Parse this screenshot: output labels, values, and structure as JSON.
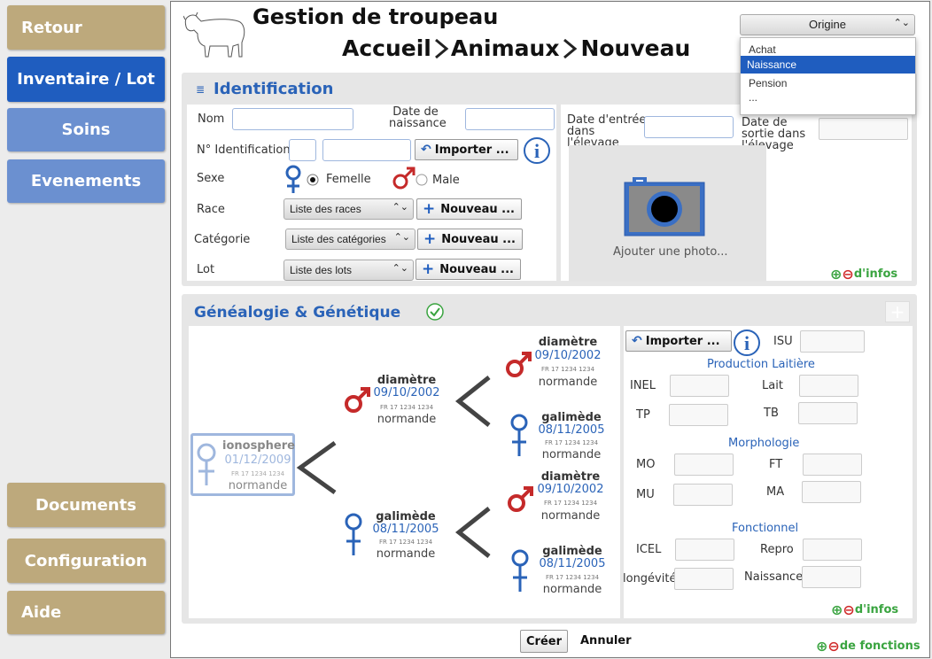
{
  "nav": {
    "retour": "Retour",
    "inventaire": "Inventaire / Lot",
    "soins": "Soins",
    "evenements": "Evenements",
    "documents": "Documents",
    "configuration": "Configuration",
    "aide": "Aide"
  },
  "header": {
    "title": "Gestion de troupeau",
    "crumb1": "Accueil",
    "crumb2": "Animaux",
    "crumb3": "Nouveau"
  },
  "origine": {
    "selected": "Origine",
    "options": [
      "Achat",
      "Naissance",
      "Pension",
      "..."
    ],
    "highlighted": "Naissance"
  },
  "identification": {
    "title": "Identification",
    "nom": "Nom",
    "date_naissance": "Date de naissance",
    "num_id": "N° Identification",
    "importer": "Importer ...",
    "sexe": "Sexe",
    "femelle": "Femelle",
    "male": "Male",
    "race": "Race",
    "race_select": "Liste des races",
    "categorie": "Catégorie",
    "categorie_select": "Liste des catégories",
    "lot": "Lot",
    "lot_select": "Liste des lots",
    "nouveau": "Nouveau ...",
    "date_entree": "Date d'entrée dans l'élevage",
    "date_sortie": "Date de sortie dans l'élevage",
    "photo": "Ajouter une photo...",
    "infos": "d'infos"
  },
  "genealogie": {
    "title": "Généalogie & Génétique",
    "subject": {
      "name": "ionosphere",
      "date": "01/12/2009",
      "id": "FR 17 1234 1234",
      "breed": "normande"
    },
    "father": {
      "name": "diamètre",
      "date": "09/10/2002",
      "id": "FR 17 1234 1234",
      "breed": "normande"
    },
    "mother": {
      "name": "galimède",
      "date": "08/11/2005",
      "id": "FR 17 1234 1234",
      "breed": "normande"
    },
    "ff": {
      "name": "diamètre",
      "date": "09/10/2002",
      "id": "FR 17 1234 1234",
      "breed": "normande"
    },
    "fm": {
      "name": "galimède",
      "date": "08/11/2005",
      "id": "FR 17 1234 1234",
      "breed": "normande"
    },
    "mf": {
      "name": "diamètre",
      "date": "09/10/2002",
      "id": "FR 17 1234 1234",
      "breed": "normande"
    },
    "mm": {
      "name": "galimède",
      "date": "08/11/2005",
      "id": "FR 17 1234 1234",
      "breed": "normande"
    }
  },
  "genetics": {
    "importer": "Importer ...",
    "isu": "ISU",
    "prod_title": "Production Laitière",
    "inel": "INEL",
    "lait": "Lait",
    "tp": "TP",
    "tb": "TB",
    "morph_title": "Morphologie",
    "mo": "MO",
    "ft": "FT",
    "mu": "MU",
    "ma": "MA",
    "fonc_title": "Fonctionnel",
    "icel": "ICEL",
    "repro": "Repro",
    "longevite": "longévité",
    "naissance": "Naissance",
    "infos": "d'infos"
  },
  "footer": {
    "creer": "Créer",
    "annuler": "Annuler",
    "fonctions": "de fonctions"
  }
}
